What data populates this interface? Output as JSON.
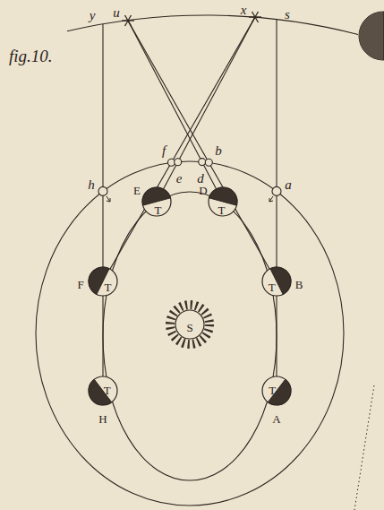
{
  "diagram": {
    "title": "fig.10.",
    "nodes": [
      {
        "text": [
          "E",
          "T"
        ]
      },
      {
        "text": [
          "D",
          "T"
        ]
      },
      {
        "text": [
          "F",
          "T"
        ]
      },
      {
        "text": [
          "B",
          "T"
        ]
      },
      {
        "text": [
          "S"
        ]
      },
      {
        "text": [
          "H",
          "T"
        ]
      },
      {
        "text": [
          "A",
          "T"
        ]
      }
    ],
    "labels": [
      "y",
      "u",
      "x",
      "s",
      "h",
      "a",
      "f",
      "e",
      "d",
      "b"
    ]
  }
}
